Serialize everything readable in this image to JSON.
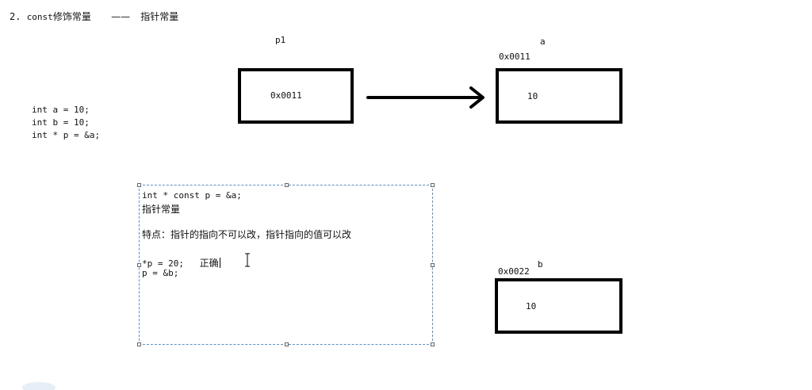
{
  "header": {
    "number": "2.",
    "title_code": "const",
    "title_cn": "修饰常量",
    "dash": "——",
    "subtitle": "指针常量"
  },
  "code_left": [
    "int a = 10;",
    "int b = 10;",
    "int * p = &a;"
  ],
  "pointer_box": {
    "label": "p1",
    "value": "0x0011"
  },
  "var_a": {
    "label": "a",
    "address": "0x0011",
    "value": "10"
  },
  "var_b": {
    "label": "b",
    "address": "0x0022",
    "value": "10"
  },
  "text_box": {
    "line1": "int * const p = &a;",
    "line2": "指针常量",
    "line3": "特点：指针的指向不可以改，指针指向的值可以改",
    "line4_code": "*p = 20;",
    "line4_note": "正确",
    "line5": "p = &b;"
  },
  "colors": {
    "box_border": "#000000",
    "selection_dash": "#5b8fc9"
  }
}
